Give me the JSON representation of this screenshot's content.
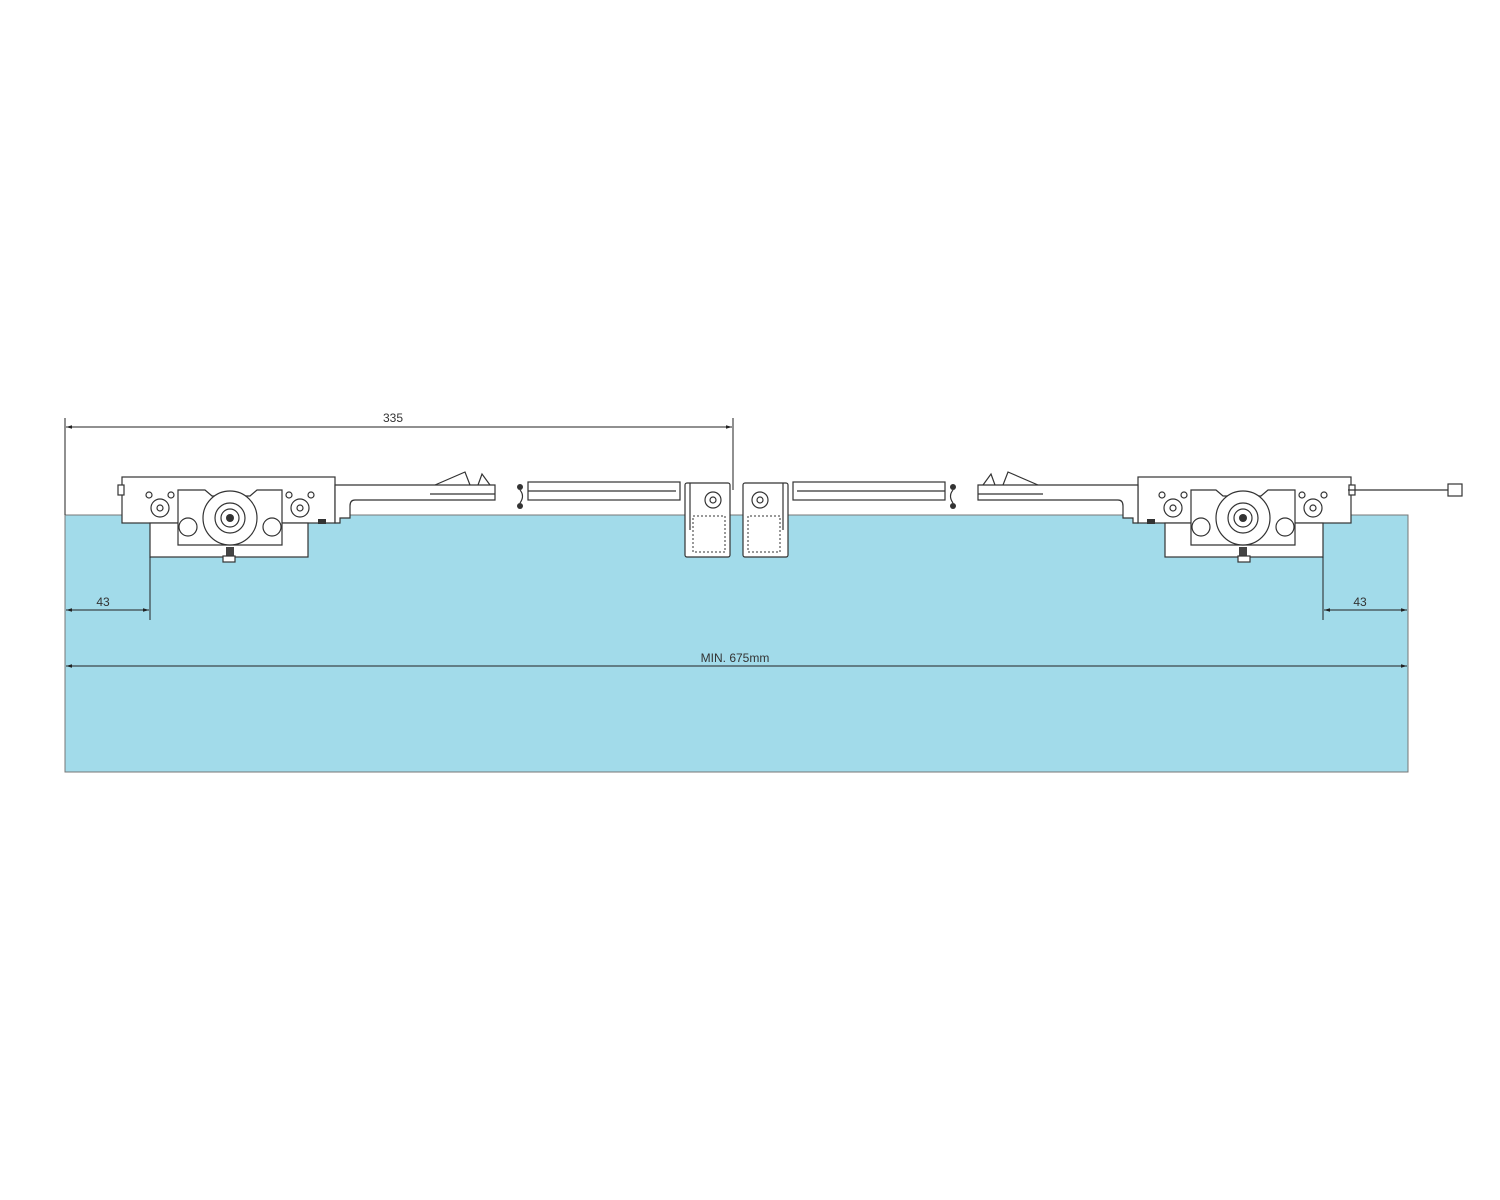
{
  "diagram": {
    "colors": {
      "glass": "#a2dbea",
      "line": "#333333",
      "background": "#ffffff"
    },
    "dimensions": {
      "overall_span": "335",
      "left_offset": "43",
      "right_offset": "43",
      "min_width": "MIN. 675mm"
    }
  }
}
